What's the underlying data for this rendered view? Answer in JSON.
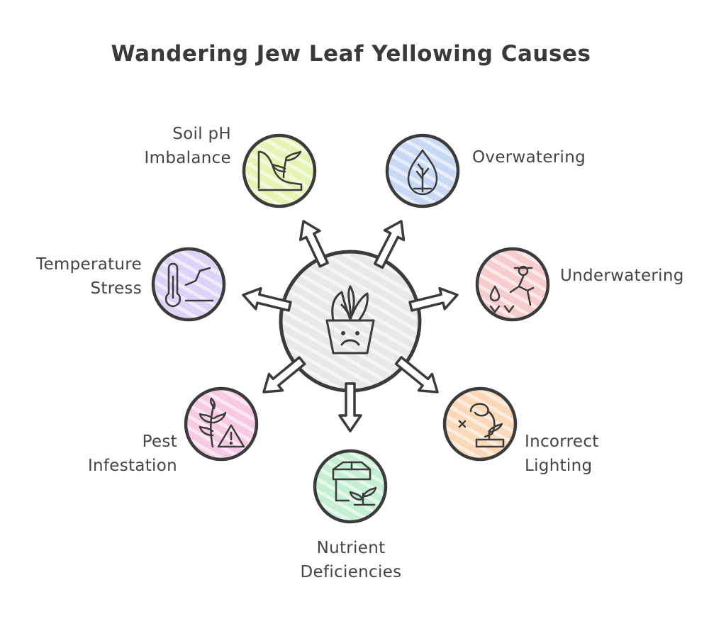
{
  "title": "Wandering Jew Leaf Yellowing Causes",
  "center": {
    "icon": "sad-potted-plant-icon",
    "fill": "#e6e6e6"
  },
  "causes": [
    {
      "id": "soil-ph",
      "lines": [
        "Soil pH",
        "Imbalance"
      ],
      "icon": "soil-slope-sprout-icon",
      "color": "#e3f5b4"
    },
    {
      "id": "overwatering",
      "lines": [
        "Overwatering"
      ],
      "icon": "water-drop-plant-icon",
      "color": "#c9d9f5"
    },
    {
      "id": "underwatering",
      "lines": [
        "Underwatering"
      ],
      "icon": "gardener-watering-icon",
      "color": "#f7cccc"
    },
    {
      "id": "incorrect-lighting",
      "lines": [
        "Incorrect",
        "Lighting"
      ],
      "icon": "lamp-plant-icon",
      "color": "#fbd8b8"
    },
    {
      "id": "nutrient-deficiencies",
      "lines": [
        "Nutrient",
        "Deficiencies"
      ],
      "icon": "fertilizer-box-sprout-icon",
      "color": "#c4efd0"
    },
    {
      "id": "pest-infestation",
      "lines": [
        "Pest",
        "Infestation"
      ],
      "icon": "wheat-warning-icon",
      "color": "#f7c9e3"
    },
    {
      "id": "temperature-stress",
      "lines": [
        "Temperature",
        "Stress"
      ],
      "icon": "thermometer-icon",
      "color": "#ddd2f7"
    }
  ],
  "stroke_color": "#3b3b3b"
}
